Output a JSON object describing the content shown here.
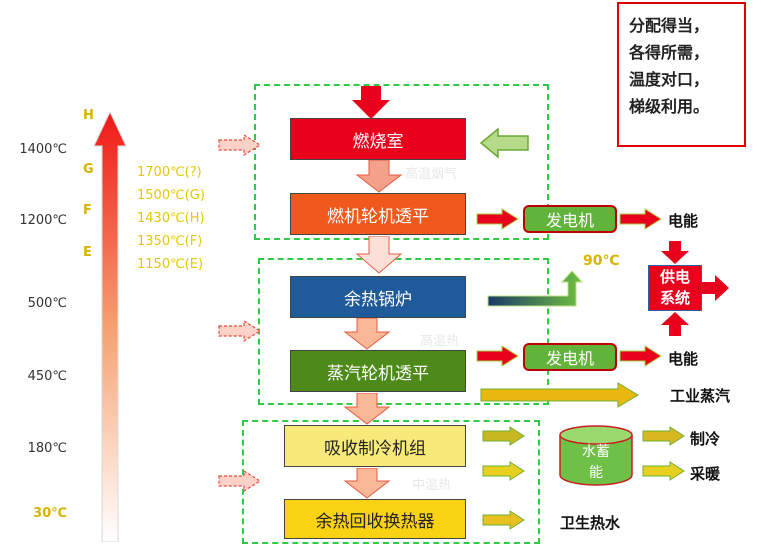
{
  "temperatures": [
    "1400℃",
    "1200℃",
    "500℃",
    "450℃",
    "180℃",
    "30℃"
  ],
  "grade_letters": [
    "H",
    "G",
    "F",
    "E"
  ],
  "combustion_temps": [
    "1700℃(?)",
    "1500℃(G)",
    "1430℃(H)",
    "1350℃(F)",
    "1150℃(E)"
  ],
  "boxes": {
    "combustion_chamber": "燃烧室",
    "gas_turbine": "燃机轮机透平",
    "waste_heat_boiler": "余热锅炉",
    "steam_turbine": "蒸汽轮机透平",
    "absorption_chiller": "吸收制冷机组",
    "heat_recovery_exchanger": "余热回收换热器"
  },
  "faint_labels": [
    "高温烟气",
    "高温热",
    "中温热"
  ],
  "generators": [
    "发电机",
    "发电机"
  ],
  "outputs": {
    "electricity_1": "电能",
    "electricity_2": "电能",
    "industrial_steam": "工业蒸汽",
    "cooling": "制冷",
    "heating": "采暖",
    "hot_water": "卫生热水"
  },
  "temp_90": "90℃",
  "power_supply": [
    "供电",
    "系统"
  ],
  "water_storage": [
    "水蓄",
    "能"
  ],
  "note_lines": [
    "分配得当，",
    "各得所需，",
    "温度对口，",
    "梯级利用。"
  ],
  "colors": {
    "red_box": "#e8001c",
    "orange_box": "#f0581c",
    "blue_box": "#1f5a9a",
    "green_box": "#4d8a1a",
    "yellow_box": "#f7ea7a",
    "dashed": "#2ecc40"
  }
}
